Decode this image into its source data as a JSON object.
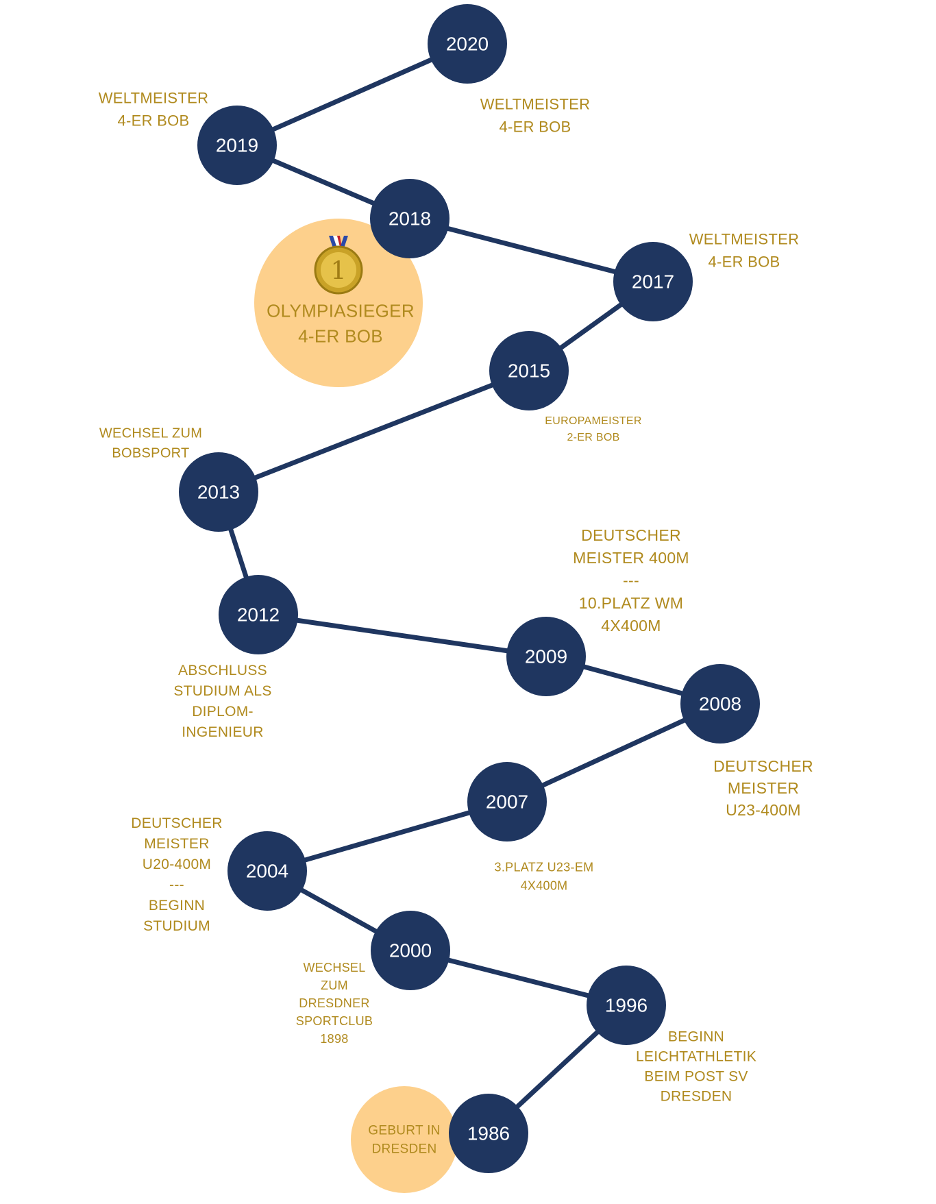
{
  "colors": {
    "node": "#1f3660",
    "line": "#1f3660",
    "label": "#b08a1e",
    "highlight": "#fdd08c",
    "year_text": "#ffffff"
  },
  "timeline": [
    {
      "year": "2020"
    },
    {
      "year": "2019"
    },
    {
      "year": "2018"
    },
    {
      "year": "2017"
    },
    {
      "year": "2015"
    },
    {
      "year": "2013"
    },
    {
      "year": "2012"
    },
    {
      "year": "2009"
    },
    {
      "year": "2008"
    },
    {
      "year": "2007"
    },
    {
      "year": "2004"
    },
    {
      "year": "2000"
    },
    {
      "year": "1996"
    },
    {
      "year": "1986"
    }
  ],
  "labels": [
    {
      "id": "weltmeister-2019",
      "lines": [
        "WELTMEISTER",
        "4-ER BOB"
      ]
    },
    {
      "id": "weltmeister-2020",
      "lines": [
        "WELTMEISTER",
        "4-ER BOB"
      ]
    },
    {
      "id": "weltmeister-2017",
      "lines": [
        "WELTMEISTER",
        "4-ER BOB"
      ]
    },
    {
      "id": "olympiasieger-2018",
      "lines": [
        "OLYMPIASIEGER",
        "4-ER BOB"
      ]
    },
    {
      "id": "europameister-2015",
      "lines": [
        "EUROPAMEISTER",
        "2-ER BOB"
      ]
    },
    {
      "id": "wechsel-bobsport-2013",
      "lines": [
        "WECHSEL ZUM",
        "BOBSPORT"
      ]
    },
    {
      "id": "deutscher-meister-2009",
      "lines": [
        "DEUTSCHER",
        "MEISTER 400M",
        "---",
        "10.PLATZ WM",
        "4X400M"
      ]
    },
    {
      "id": "abschluss-2012",
      "lines": [
        "ABSCHLUSS",
        "STUDIUM ALS",
        "DIPLOM-",
        "INGENIEUR"
      ]
    },
    {
      "id": "deutscher-meister-2008",
      "lines": [
        "DEUTSCHER",
        "MEISTER",
        "U23-400M"
      ]
    },
    {
      "id": "deutscher-meister-2004",
      "lines": [
        "DEUTSCHER",
        "MEISTER",
        "U20-400M",
        "---",
        "BEGINN",
        "STUDIUM"
      ]
    },
    {
      "id": "platz-2007",
      "lines": [
        "3.PLATZ U23-EM",
        "4X400M"
      ]
    },
    {
      "id": "wechsel-dsc-2000",
      "lines": [
        "WECHSEL",
        "ZUM",
        "DRESDNER",
        "SPORTCLUB",
        "1898"
      ]
    },
    {
      "id": "beginn-1996",
      "lines": [
        "BEGINN",
        "LEICHTATHLETIK",
        "BEIM POST SV",
        "DRESDEN"
      ]
    },
    {
      "id": "geburt-1986",
      "lines": [
        "GEBURT IN",
        "DRESDEN"
      ]
    }
  ],
  "icons": {
    "medal": "gold-medal-icon"
  },
  "medal_number": "1"
}
